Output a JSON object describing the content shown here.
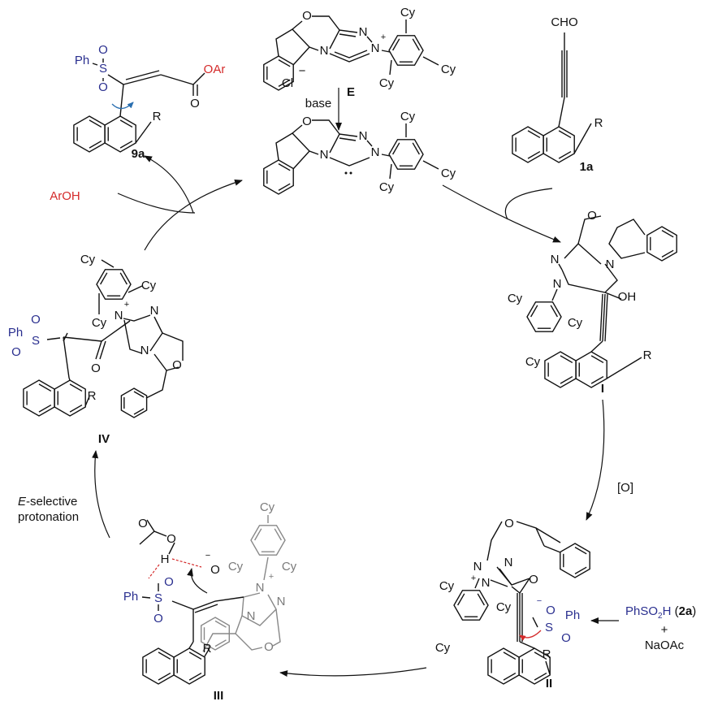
{
  "atoms": {
    "ph": "Ph",
    "s": "S",
    "o": "O",
    "n": "N",
    "r": "R",
    "cy": "Cy",
    "oh": "OH",
    "oar": "OAr",
    "cho": "CHO",
    "h": "H",
    "cl": "Cl",
    "plus": "+",
    "minus": "−"
  },
  "compounds": {
    "E": "E",
    "1a": "1a",
    "I": "I",
    "II": "II",
    "III": "III",
    "IV": "IV",
    "9a": "9a"
  },
  "reagents": {
    "base": "base",
    "aroh": "ArOH",
    "oxidant": "[O]",
    "phso2h_a": "PhSO",
    "phso2h_sub": "2",
    "phso2h_b": "H",
    "phso2h_id_open": "(",
    "phso2h_id": "2a",
    "phso2h_id_close": ")",
    "plus": "+",
    "naoac": "NaOAc"
  },
  "step_labels": {
    "protonation_italic": "E",
    "protonation_rest": "-selective",
    "protonation_line2": "protonation"
  },
  "colors": {
    "bond": "#111111",
    "sulfonyl": "#2a2f8f",
    "reagent_red": "#d42a2a",
    "curly_arrow_blue": "#2a6fb0",
    "faded": "#888888"
  }
}
